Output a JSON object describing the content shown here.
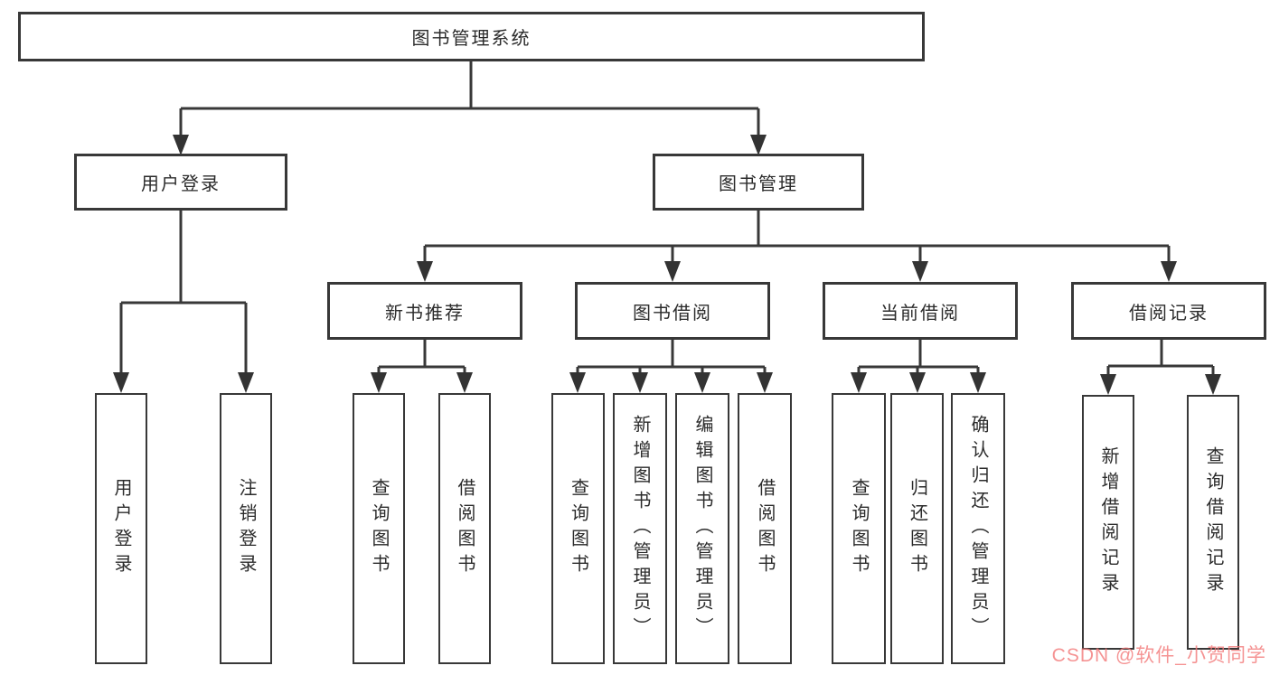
{
  "diagram": {
    "root": {
      "label": "图书管理系统",
      "children": [
        {
          "label": "用户登录",
          "children": [
            {
              "label": "用户登录"
            },
            {
              "label": "注销登录"
            }
          ]
        },
        {
          "label": "图书管理",
          "children": [
            {
              "label": "新书推荐",
              "children": [
                {
                  "label": "查询图书"
                },
                {
                  "label": "借阅图书"
                }
              ]
            },
            {
              "label": "图书借阅",
              "children": [
                {
                  "label": "查询图书"
                },
                {
                  "label": "新增图书（管理员）"
                },
                {
                  "label": "编辑图书（管理员）"
                },
                {
                  "label": "借阅图书"
                }
              ]
            },
            {
              "label": "当前借阅",
              "children": [
                {
                  "label": "查询图书"
                },
                {
                  "label": "归还图书"
                },
                {
                  "label": "确认归还（管理员）"
                }
              ]
            },
            {
              "label": "借阅记录",
              "children": [
                {
                  "label": "新增借阅记录"
                },
                {
                  "label": "查询借阅记录"
                }
              ]
            }
          ]
        }
      ]
    }
  },
  "watermark": {
    "text": "CSDN @软件_小贺同学",
    "color": "#f37878"
  },
  "colors": {
    "line": "#383838",
    "box_border": "#383838",
    "text": "#2b2b2b",
    "background": "#ffffff"
  }
}
